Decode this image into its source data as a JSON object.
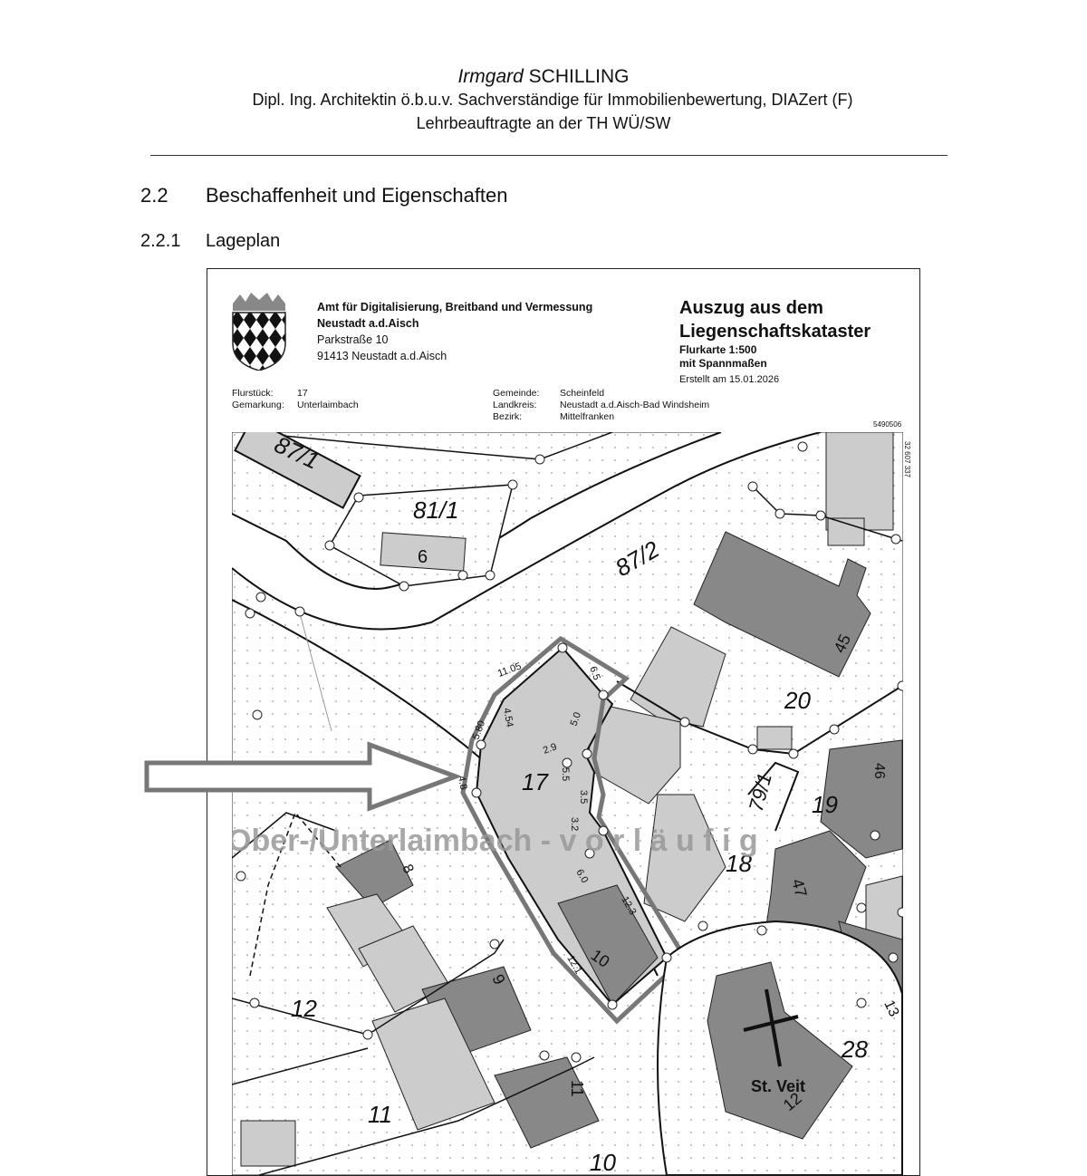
{
  "header": {
    "name_italic": "Irmgard",
    "name_caps": "SCHILLING",
    "line2": "Dipl. Ing. Architektin ö.b.u.v. Sachverständige für Immobilienbewertung, DIAZert (F)",
    "line3": "Lehrbeauftragte an der TH WÜ/SW"
  },
  "section": {
    "num": "2.2",
    "title": "Beschaffenheit und Eigenschaften"
  },
  "subsection": {
    "num": "2.2.1",
    "title": "Lageplan"
  },
  "extract": {
    "office_title": "Amt für Digitalisierung, Breitband und Vermessung",
    "office_city": "Neustadt a.d.Aisch",
    "office_street": "Parkstraße 10",
    "office_zip": "91413 Neustadt a.d.Aisch",
    "title1": "Auszug aus dem",
    "title2": "Liegenschaftskataster",
    "sub1": "Flurkarte 1:500",
    "sub2": "mit Spannmaßen",
    "created": "Erstellt am 15.01.2026",
    "flurstueck_label": "Flurstück:",
    "flurstueck_value": "17",
    "gemarkung_label": "Gemarkung:",
    "gemarkung_value": "Unterlaimbach",
    "gemeinde_label": "Gemeinde:",
    "gemeinde_value": "Scheinfeld",
    "landkreis_label": "Landkreis:",
    "landkreis_value": "Neustadt a.d.Aisch-Bad Windsheim",
    "bezirk_label": "Bezirk:",
    "bezirk_value": "Mittelfranken",
    "grid_top": "5490506",
    "grid_side": "32 607 337"
  },
  "map": {
    "parcel_87_1": "87/1",
    "parcel_81_1": "81/1",
    "parcel_87_2": "87/2",
    "parcel_17": "17",
    "parcel_20": "20",
    "parcel_19": "19",
    "parcel_79_1": "79/1",
    "parcel_18": "18",
    "parcel_12": "12",
    "parcel_11": "11",
    "parcel_28": "28",
    "parcel_10": "10",
    "house_6a": "6",
    "house_45": "45",
    "house_46": "46",
    "house_47": "47",
    "house_8": "8",
    "house_9": "9",
    "house_10": "10",
    "house_11": "11",
    "house_12": "12",
    "house_13": "13",
    "church": "St. Veit",
    "watermark": "Ober-/Unterlaimbach - v o r l ä u f i g",
    "dim_1105": "11.05",
    "dim_454": "4.54",
    "dim_580": "5.80",
    "dim_29": "2.9",
    "dim_50": "5.0",
    "dim_65": "6.5",
    "dim_123": "12.3",
    "dim_60": "6.0",
    "dim_55": "5.5",
    "dim_35": "3.5",
    "dim_32": "3.2",
    "dim_12": "12.1",
    "dim_48": "4.8"
  }
}
